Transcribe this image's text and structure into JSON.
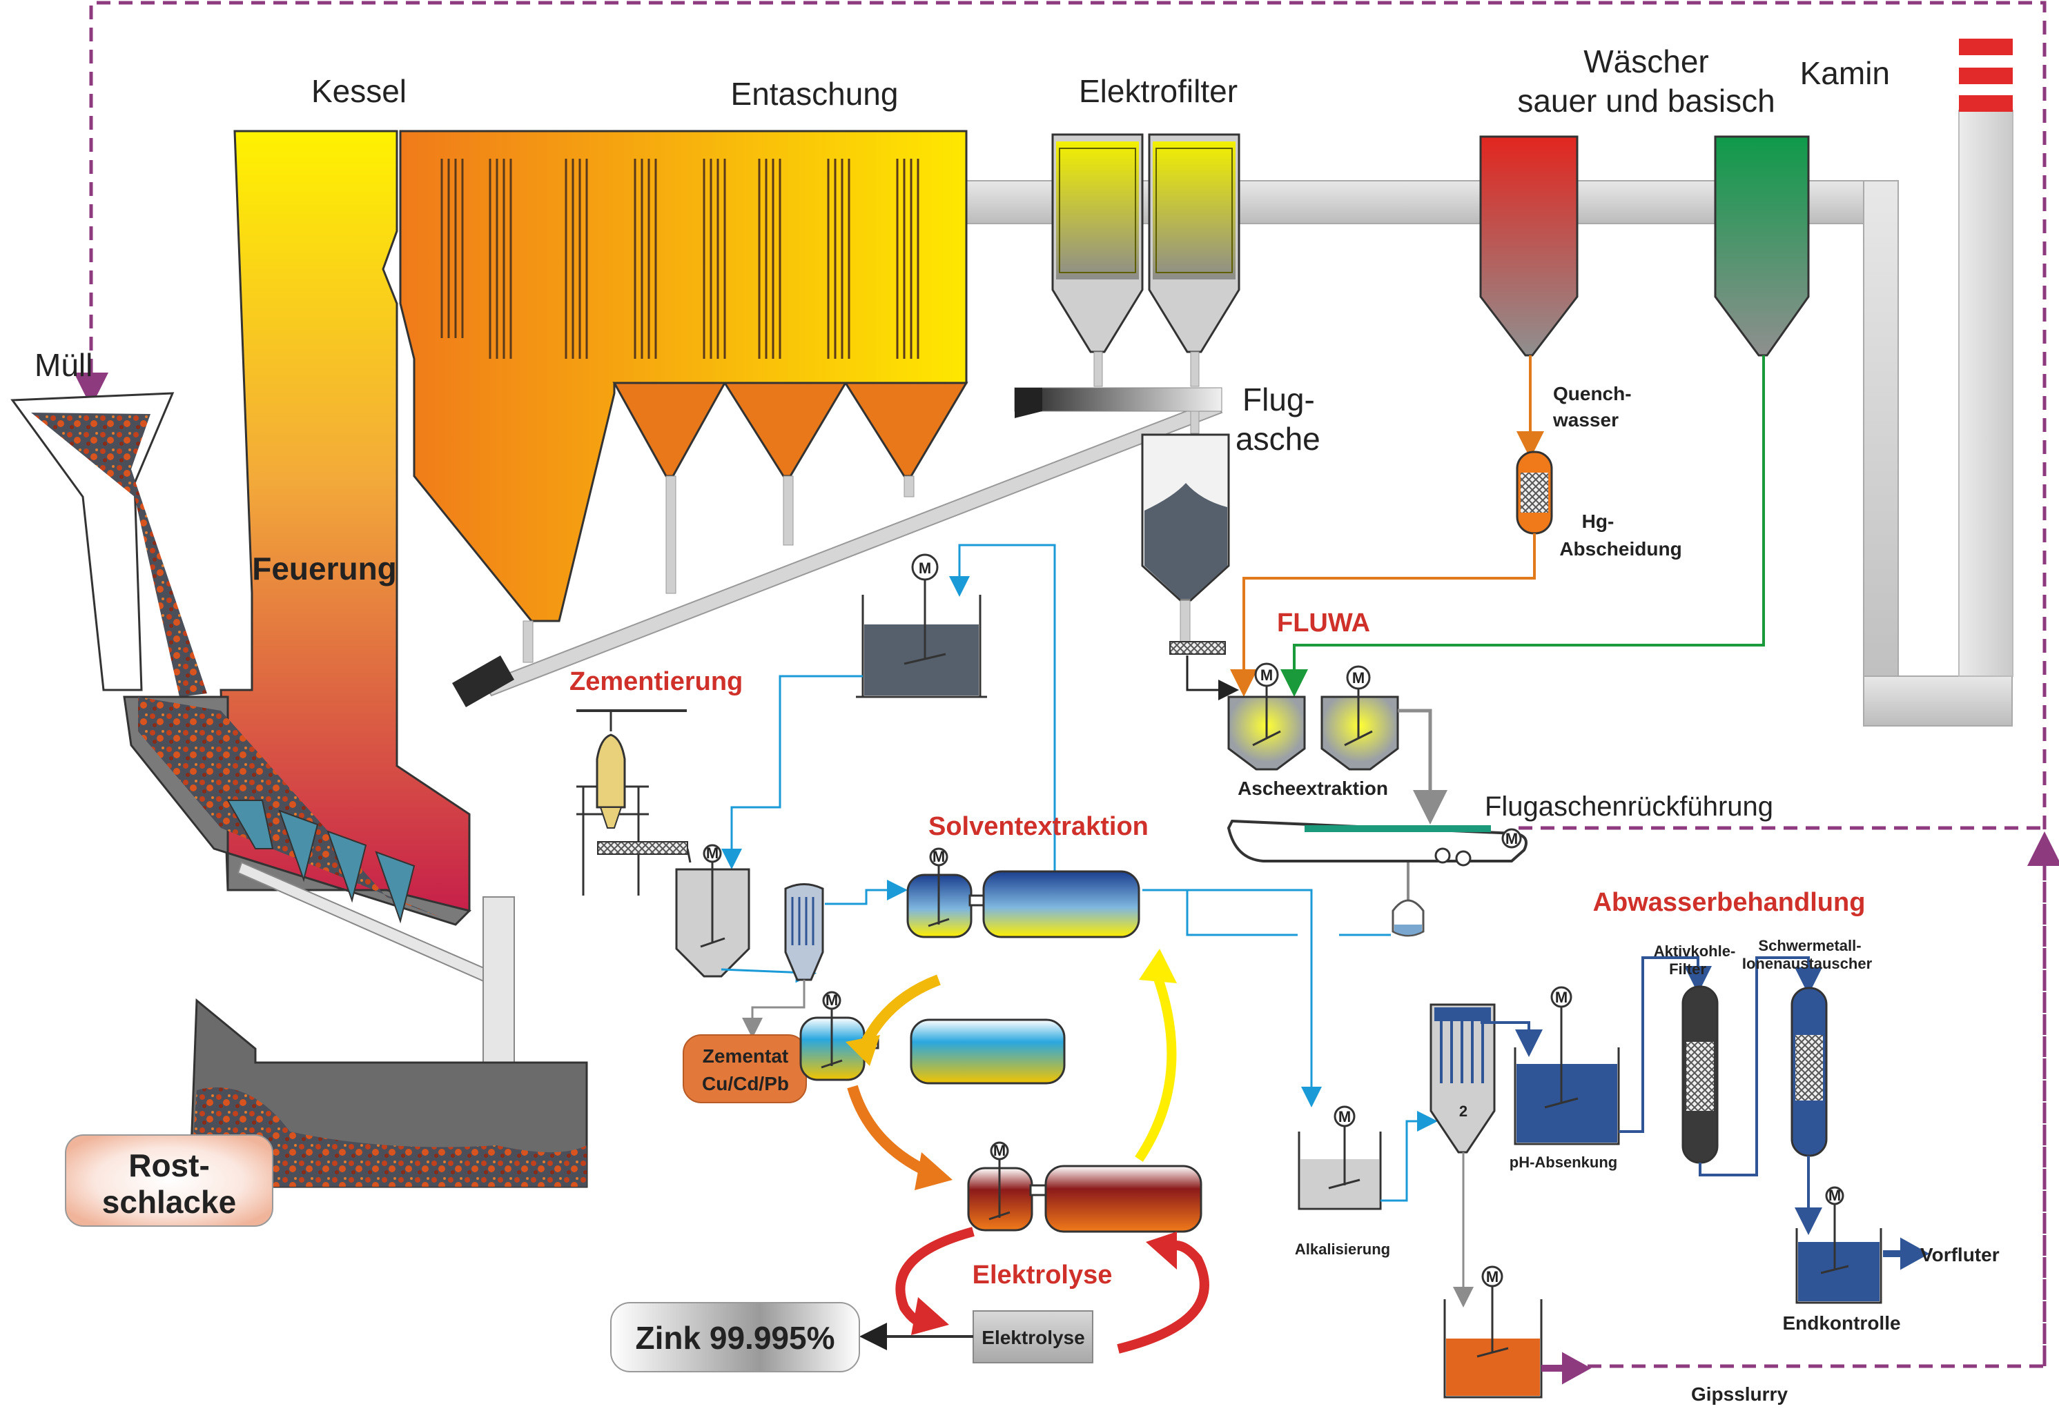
{
  "labels": {
    "kessel": "Kessel",
    "entaschung": "Entaschung",
    "elektrofilter": "Elektrofilter",
    "waescher_1": "Wäscher",
    "waescher_2": "sauer und basisch",
    "kamin": "Kamin",
    "muell": "Müll",
    "feuerung": "Feuerung",
    "flugasche_1": "Flug-",
    "flugasche_2": "asche",
    "quench_1": "Quench-",
    "quench_2": "wasser",
    "hg_1": "Hg-",
    "hg_2": "Abscheidung",
    "fluwa": "FLUWA",
    "zementierung": "Zementierung",
    "ascheextraktion": "Ascheextraktion",
    "flugaschenrueckfuehrung": "Flugaschenrückführung",
    "solventextraktion": "Solventextraktion",
    "abwasserbehandlung": "Abwasserbehandlung",
    "aktivkohle_1": "Aktivkohle-",
    "aktivkohle_2": "Filter",
    "schwermetall_1": "Schwermetall-",
    "schwermetall_2": "Ionenaustauscher",
    "zementat_1": "Zementat",
    "zementat_2": "Cu/Cd/Pb",
    "rost_1": "Rost-",
    "rost_2": "schlacke",
    "elektrolyse": "Elektrolyse",
    "elektrolyse_box": "Elektrolyse",
    "zink": "Zink 99.995%",
    "alkalisierung": "Alkalisierung",
    "ph_absenkung": "pH-Absenkung",
    "vorfluter": "Vorfluter",
    "endkontrolle": "Endkontrolle",
    "gipsslurry": "Gipsslurry",
    "motor": "M",
    "stage2": "2"
  },
  "colors": {
    "return_line": "#8e3a7e",
    "water_line": "#1a9ad6",
    "red_label": "#d0302a",
    "orange_line": "#e07a1a",
    "green_line": "#1a9a3a",
    "blue_unit": "#2f5597"
  }
}
